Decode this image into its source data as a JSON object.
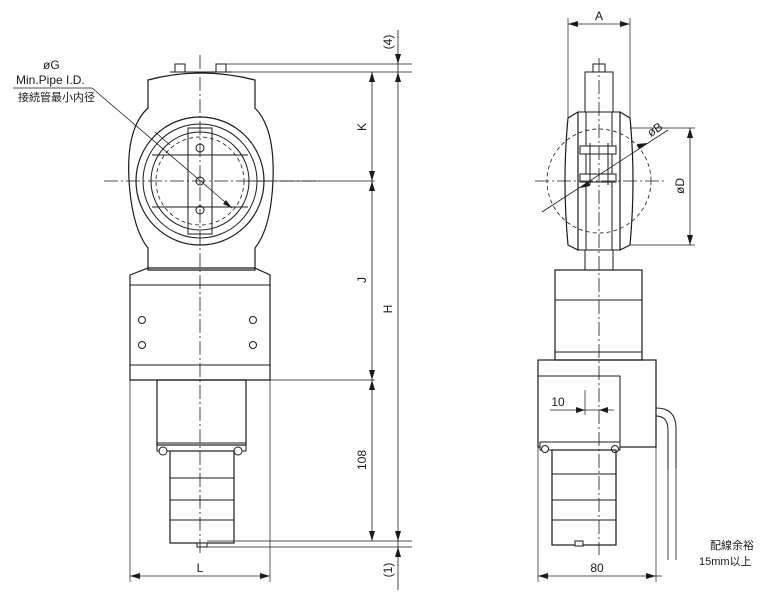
{
  "labels": {
    "phi_g": "øG",
    "min_pipe": "Min.Pipe I.D.",
    "min_pipe_jp": "接続管最小内径",
    "dim_4": "(4)",
    "dim_k": "K",
    "dim_j": "J",
    "dim_h": "H",
    "dim_108": "108",
    "dim_1": "(1)",
    "dim_l": "L",
    "dim_a": "A",
    "dim_phi_b": "øB",
    "dim_phi_d": "øD",
    "dim_10": "10",
    "dim_80": "80",
    "wiring_note_1": "配線余裕",
    "wiring_note_2": "15mm以上"
  }
}
